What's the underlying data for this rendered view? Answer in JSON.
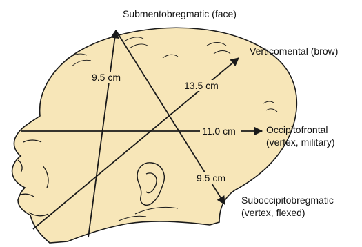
{
  "labels": {
    "submentobregmatic": "Submentobregmatic (face)",
    "verticomental": "Verticomental (brow)",
    "occipitofrontal_line1": "Occipitofrontal",
    "occipitofrontal_line2": "(vertex, military)",
    "suboccipitobregmatic_line1": "Suboccipitobregmatic",
    "suboccipitobregmatic_line2": "(vertex, flexed)"
  },
  "measurements": {
    "submentobregmatic": "9.5 cm",
    "verticomental": "13.5 cm",
    "occipitofrontal": "11.0 cm",
    "suboccipitobregmatic": "9.5 cm"
  },
  "colors": {
    "head_fill": "#f7e6b8",
    "outline": "#1a1a1a"
  }
}
